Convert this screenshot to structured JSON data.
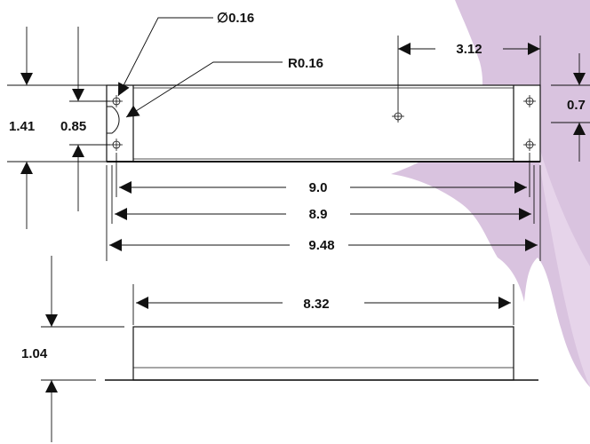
{
  "drawing": {
    "callouts": {
      "hole_diameter": "∅0.16",
      "slot_radius": "R0.16"
    },
    "top_view": {
      "hole_offset": "3.12",
      "overall_height": "1.41",
      "hole_spacing": "0.85",
      "right_cut": "0.7",
      "width_inner": "9.0",
      "width_mid": "8.9",
      "width_overall": "9.48"
    },
    "side_view": {
      "length": "8.32",
      "height": "1.04"
    }
  },
  "colors": {
    "line": "#111111",
    "background_art": "#d9c3df"
  }
}
